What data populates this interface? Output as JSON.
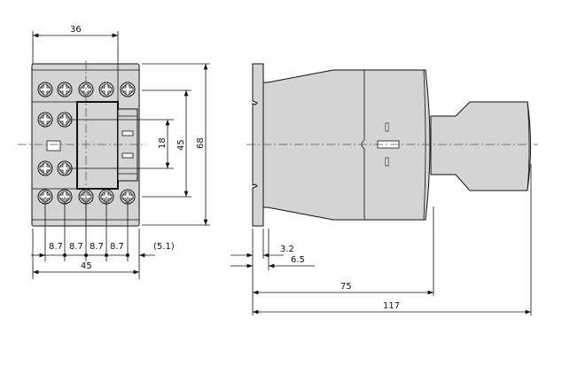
{
  "front_view": {
    "dim_width_top": "36",
    "dim_height_total": "68",
    "dim_height_terminals": "45",
    "dim_height_center": "18",
    "dim_pitch": [
      "8.7",
      "8.7",
      "8.7",
      "8.7"
    ],
    "dim_offset": "(5.1)",
    "dim_width_total": "45"
  },
  "side_view": {
    "dim_flange": "3.2",
    "dim_flange_total": "6.5",
    "dim_body_depth": "75",
    "dim_total_depth": "117"
  },
  "colors": {
    "body": "#d4d4d4",
    "line": "#111111"
  }
}
